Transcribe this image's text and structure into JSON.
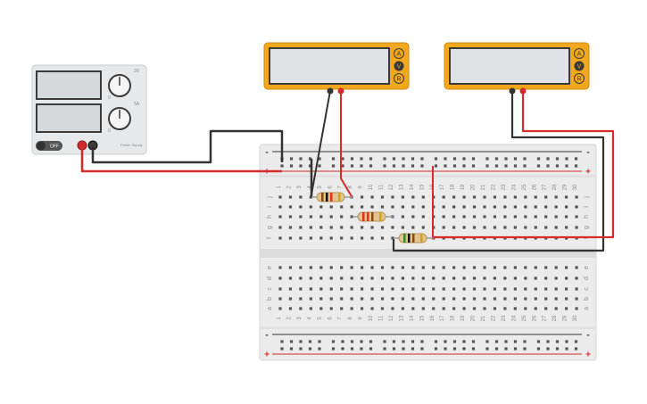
{
  "power_supply": {
    "off_label": "OFF",
    "knob1_mark": "3V",
    "knob2_mark": "5A",
    "knob_min": "0",
    "brand": "Power Supply",
    "terminals": [
      "positive-terminal",
      "negative-terminal"
    ]
  },
  "multimeters": [
    {
      "mode_buttons": [
        "A",
        "V",
        "R"
      ],
      "display": ""
    },
    {
      "mode_buttons": [
        "A",
        "V",
        "R"
      ],
      "display": ""
    }
  ],
  "breadboard": {
    "columns": [
      "1",
      "2",
      "3",
      "4",
      "5",
      "6",
      "7",
      "8",
      "9",
      "10",
      "11",
      "12",
      "13",
      "14",
      "15",
      "16",
      "17",
      "18",
      "19",
      "20",
      "21",
      "22",
      "23",
      "24",
      "25",
      "26",
      "27",
      "28",
      "29",
      "30"
    ],
    "top_rows": [
      "j",
      "i",
      "h",
      "g",
      "f"
    ],
    "bottom_rows": [
      "e",
      "d",
      "c",
      "b",
      "a"
    ],
    "rail_minus": "-",
    "rail_plus": "+"
  },
  "colors": {
    "wire_red": "#d42b2b",
    "wire_black": "#333333",
    "meter_body": "#f2a81d",
    "meter_screen": "#dfe3e6",
    "supply_body": "#e6e8ea",
    "board": "#ebebeb"
  }
}
